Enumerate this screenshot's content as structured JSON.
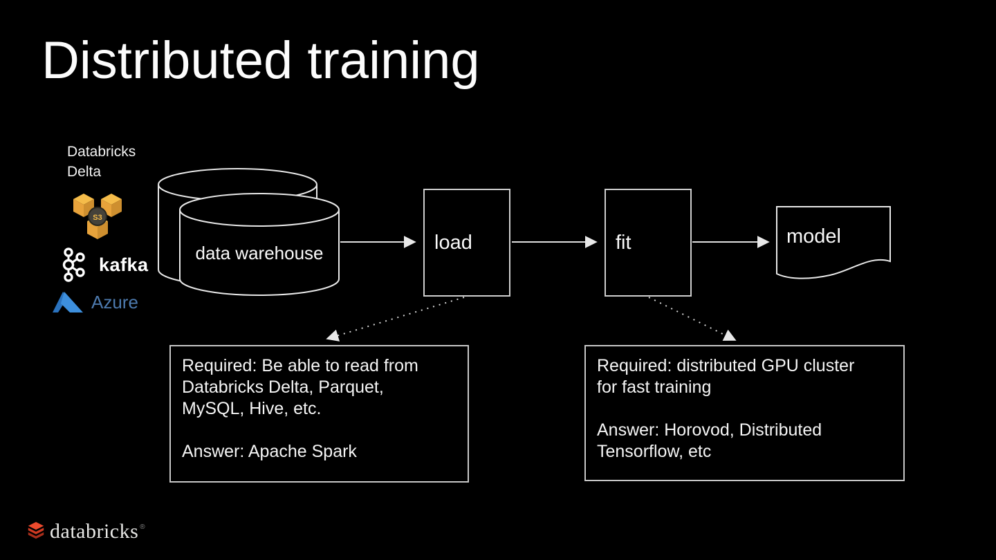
{
  "slide": {
    "title": "Distributed training"
  },
  "sources": {
    "delta_label": "Databricks\nDelta",
    "s3_badge": "S3",
    "kafka_label": "kafka",
    "azure_label": "Azure"
  },
  "pipeline": {
    "warehouse_label": "data warehouse",
    "load_label": "load",
    "fit_label": "fit",
    "model_label": "model"
  },
  "annotations": {
    "load_note": "Required: Be able to read from\nDatabricks Delta, Parquet,\nMySQL, Hive, etc.\n\nAnswer: Apache Spark",
    "fit_note": "Required: distributed GPU cluster\nfor fast training\n\nAnswer: Horovod, Distributed\nTensorflow, etc"
  },
  "footer": {
    "brand": "databricks",
    "brand_mark": "®"
  },
  "colors": {
    "background": "#000000",
    "diagram_stroke": "#e8e8e8",
    "s3_gold": "#F5BC4A",
    "azure_blue": "#3d8fdd",
    "azure_text": "#4d7aae",
    "databricks_red": "#ED4A2D"
  }
}
